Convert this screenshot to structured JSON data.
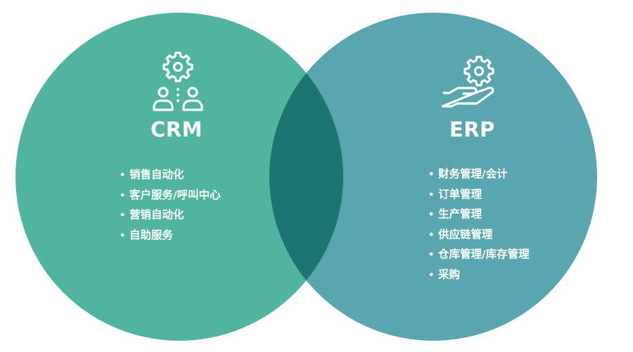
{
  "colors": {
    "crm_circle": "#50b4a0",
    "erp_circle": "#5aa6b0",
    "overlap": "#1c7571",
    "text": "#ffffff",
    "background": "#ffffff"
  },
  "crm": {
    "title": "CRM",
    "icon": "gear-with-two-users-icon",
    "bullet": "•",
    "items": [
      "销售自动化",
      "客户服务/呼叫中心",
      "营销自动化",
      "自助服务"
    ]
  },
  "erp": {
    "title": "ERP",
    "icon": "gear-over-hand-icon",
    "bullet": "•",
    "items": [
      "财务管理/会计",
      "订单管理",
      "生产管理",
      "供应链管理",
      "仓库管理/库存管理",
      "采购"
    ]
  }
}
